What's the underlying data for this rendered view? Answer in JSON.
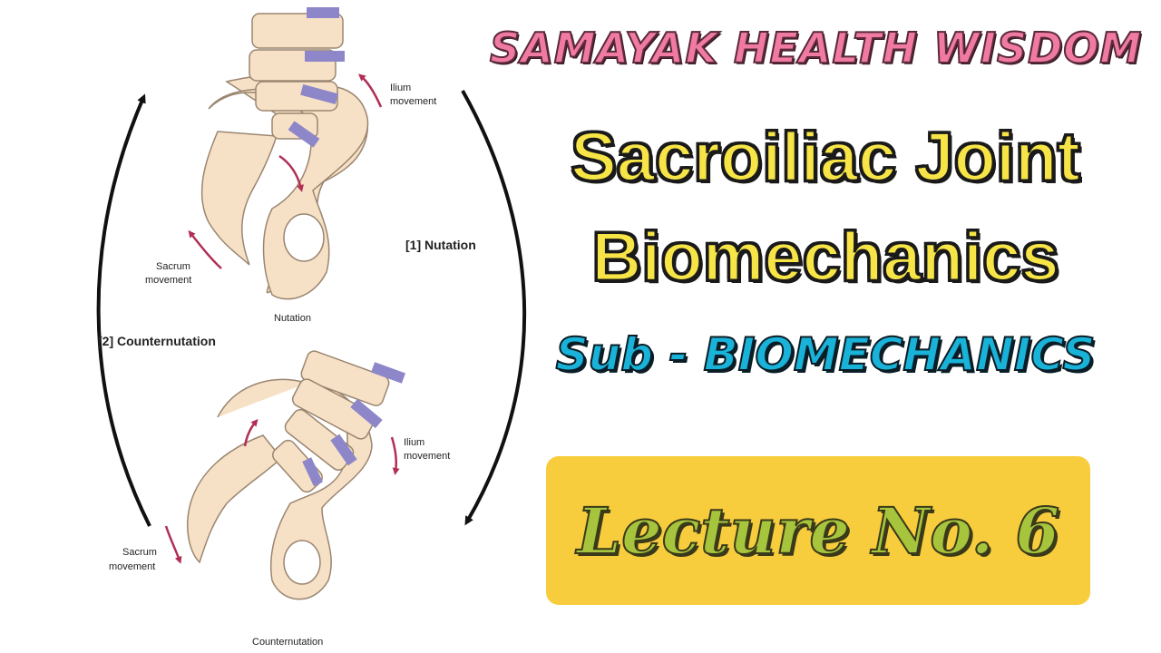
{
  "diagram": {
    "top_label_ilium": [
      "Ilium",
      "movement"
    ],
    "top_label_sacrum": [
      "Sacrum",
      "movement"
    ],
    "top_caption": "Nutation",
    "bottom_label_ilium": [
      "Ilium",
      "movement"
    ],
    "bottom_label_sacrum": [
      "Sacrum",
      "movement"
    ],
    "bottom_caption": "Counternutation",
    "arrow_right_label": "[1] Nutation",
    "arrow_left_label": "[2] Counternutation",
    "colors": {
      "bone": "#f7e1c6",
      "disc": "#8d86c9",
      "arrow": "#b12f55"
    }
  },
  "header": {
    "brand": "SAMAYAK HEALTH WISDOM"
  },
  "title": {
    "line1": "Sacroiliac Joint",
    "line2": "Biomechanics"
  },
  "subject": "Sub - BIOMECHANICS",
  "lecture": "Lecture No. 6",
  "colors": {
    "brand": "#f07aa2",
    "title": "#f7e547",
    "subject": "#19b2d8",
    "lecture_bg": "#f8cd3d",
    "lecture_text": "#a7c43d"
  }
}
